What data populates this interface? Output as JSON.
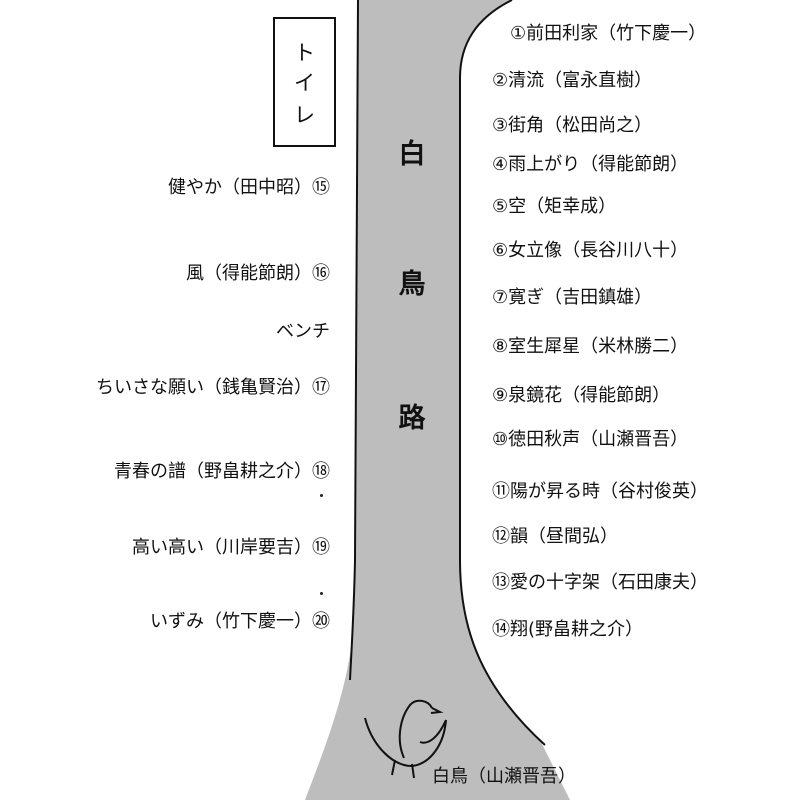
{
  "road": {
    "name_chars": [
      "白",
      "鳥",
      "路"
    ]
  },
  "toilet": {
    "chars": [
      "ト",
      "イ",
      "レ"
    ]
  },
  "right_monuments": [
    {
      "text": "①前田利家（竹下慶一）"
    },
    {
      "text": "②清流（富永直樹）"
    },
    {
      "text": "③街角（松田尚之）"
    },
    {
      "text": "④雨上がり（得能節朗）"
    },
    {
      "text": "⑤空（矩幸成）"
    },
    {
      "text": "⑥女立像（長谷川八十）"
    },
    {
      "text": "⑦寛ぎ（吉田鎮雄）"
    },
    {
      "text": "⑧室生犀星（米林勝二）"
    },
    {
      "text": "⑨泉鏡花（得能節朗）"
    },
    {
      "text": "⑩徳田秋声（山瀬晋吾）"
    },
    {
      "text": "⑪陽が昇る時（谷村俊英）"
    },
    {
      "text": "⑫韻（昼間弘）"
    },
    {
      "text": "⑬愛の十字架（石田康夫）"
    },
    {
      "text": "⑭翔(野畠耕之介）"
    }
  ],
  "left_monuments": [
    {
      "text": "健やか（田中昭）⑮"
    },
    {
      "text": "風（得能節朗）⑯"
    },
    {
      "text": "ベンチ"
    },
    {
      "text": "ちいさな願い（銭亀賢治）⑰"
    },
    {
      "text": "青春の譜（野畠耕之介）⑱"
    },
    {
      "text": "高い高い（川岸要吉）⑲"
    },
    {
      "text": "いずみ（竹下慶一）⑳"
    }
  ],
  "bottom_monument": {
    "text": "白鳥（山瀬晋吾）"
  },
  "colors": {
    "road_fill": "#bdbdbd",
    "ink": "#111111"
  }
}
